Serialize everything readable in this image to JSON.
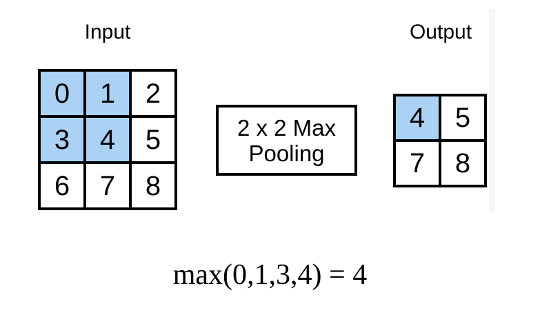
{
  "colors": {
    "highlight": "#ABD2F5",
    "border": "#000000",
    "background": "#FFFFFF"
  },
  "input": {
    "label": "Input",
    "cells": [
      "0",
      "1",
      "2",
      "3",
      "4",
      "5",
      "6",
      "7",
      "8"
    ],
    "highlighted": [
      0,
      1,
      3,
      4
    ]
  },
  "operation": {
    "lines": [
      "2 x 2 Max",
      "Pooling"
    ]
  },
  "output": {
    "label": "Output",
    "cells": [
      "4",
      "5",
      "7",
      "8"
    ],
    "highlighted": [
      0
    ]
  },
  "formula": "max(0,1,3,4) = 4"
}
